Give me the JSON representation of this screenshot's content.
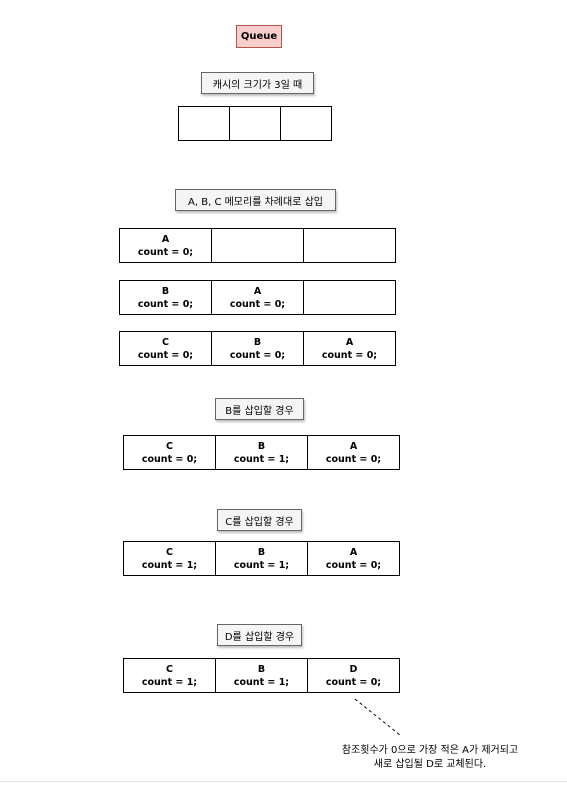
{
  "title": "Queue",
  "cache_label": "캐시의 크기가 3일 때",
  "insert_abc_label": "A, B, C 메모리를 차례대로 삽입",
  "steps": [
    {
      "cells": [
        {
          "name": "A",
          "count": "count = 0;"
        },
        {
          "name": "",
          "count": ""
        },
        {
          "name": "",
          "count": ""
        }
      ]
    },
    {
      "cells": [
        {
          "name": "B",
          "count": "count = 0;"
        },
        {
          "name": "A",
          "count": "count = 0;"
        },
        {
          "name": "",
          "count": ""
        }
      ]
    },
    {
      "cells": [
        {
          "name": "C",
          "count": "count = 0;"
        },
        {
          "name": "B",
          "count": "count = 0;"
        },
        {
          "name": "A",
          "count": "count = 0;"
        }
      ]
    }
  ],
  "insert_b": {
    "label": "B를 삽입할 경우",
    "cells": [
      {
        "name": "C",
        "count": "count = 0;"
      },
      {
        "name": "B",
        "count": "count = 1;"
      },
      {
        "name": "A",
        "count": "count = 0;"
      }
    ]
  },
  "insert_c": {
    "label": "C를 삽입할 경우",
    "cells": [
      {
        "name": "C",
        "count": "count = 1;"
      },
      {
        "name": "B",
        "count": "count = 1;"
      },
      {
        "name": "A",
        "count": "count = 0;"
      }
    ]
  },
  "insert_d": {
    "label": "D를 삽입할 경우",
    "cells": [
      {
        "name": "C",
        "count": "count = 1;"
      },
      {
        "name": "B",
        "count": "count = 1;"
      },
      {
        "name": "D",
        "count": "count = 0;"
      }
    ]
  },
  "note": {
    "line1": "참조횟수가 0으로 가장 적은 A가 제거되고",
    "line2": "새로 삽입될 D로 교체된다."
  },
  "colors": {
    "title_fill": "#f8cecc",
    "title_border": "#b85450",
    "label_fill": "#f5f5f5"
  }
}
